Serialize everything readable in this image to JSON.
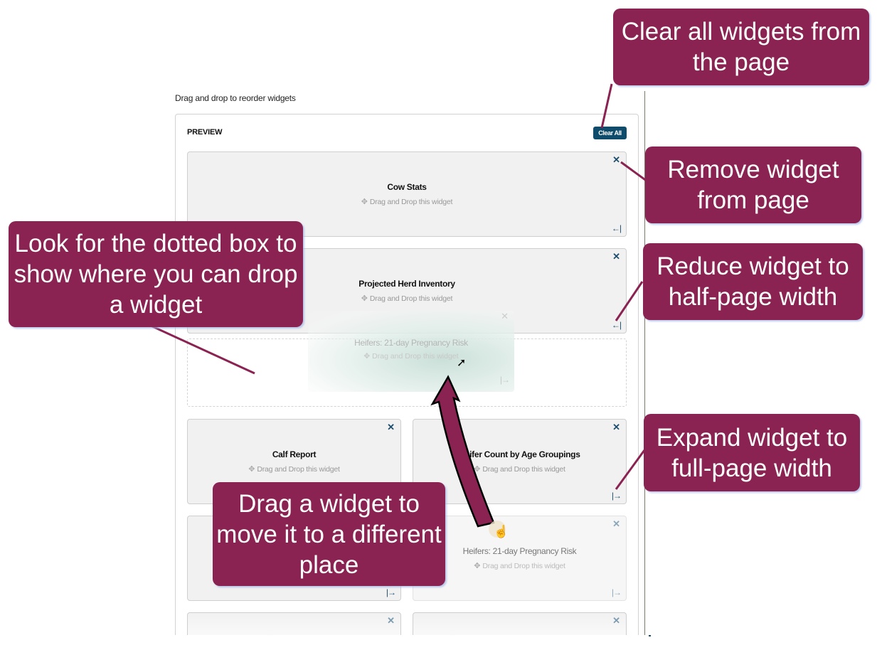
{
  "page": {
    "instructions": "Drag and drop to reorder widgets"
  },
  "preview": {
    "title": "PREVIEW",
    "clear_all_label": "Clear All",
    "drag_hint": "Drag and Drop this widget",
    "close_glyph": "✕",
    "move_glyph": "✥",
    "reduce_glyph": "←|",
    "expand_glyph": "|→",
    "widgets": [
      {
        "title": "Cow Stats",
        "width": "full",
        "resize": "reduce"
      },
      {
        "title": "Projected Herd Inventory",
        "width": "full",
        "resize": "reduce"
      },
      {
        "title": "Calf Report",
        "width": "half",
        "resize": "expand"
      },
      {
        "title": "Heifer Count by Age Groupings",
        "width": "half",
        "resize": "expand"
      },
      {
        "title": "",
        "width": "half",
        "resize": "expand"
      },
      {
        "title": "Heifers: 21-day Pregnancy Risk",
        "width": "half",
        "resize": "expand",
        "state": "dragging-source"
      },
      {
        "title": "",
        "width": "half"
      },
      {
        "title": "",
        "width": "half"
      }
    ],
    "drag_ghost": {
      "title": "Heifers: 21-day Pregnancy Risk"
    }
  },
  "callouts": {
    "clear_all": "Clear all widgets from the page",
    "remove": "Remove widget from page",
    "drop_zone": "Look for the dotted box to show where you can drop a widget",
    "reduce": "Reduce widget to half-page width",
    "expand": "Expand widget to full-page width",
    "drag": "Drag a widget to move it to a different place"
  },
  "colors": {
    "callout_bg": "#8a2252",
    "button_bg": "#0f4c6b",
    "icon": "#1d4e6e"
  }
}
